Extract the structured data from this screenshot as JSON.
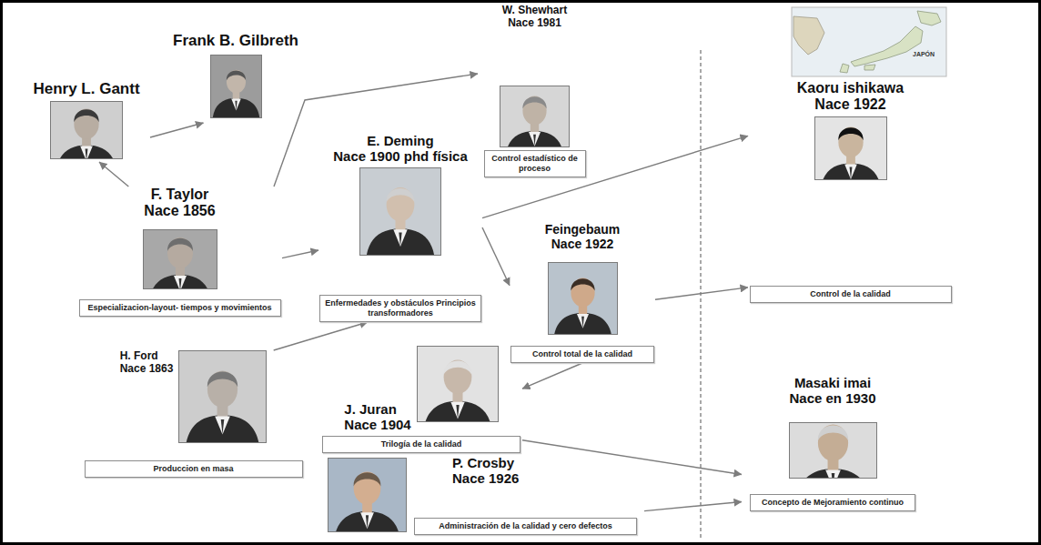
{
  "diagram": {
    "nodes": [
      {
        "text": [
          "Henry L. Gantt"
        ]
      },
      {
        "text": [
          "Frank B. Gilbreth"
        ]
      },
      {
        "text": [
          "W. Shewhart",
          "Nace 1981",
          "Control estadístico de proceso"
        ]
      },
      {
        "text": [
          "Kaoru ishikawa",
          "Nace 1922",
          "Control de la calidad"
        ]
      },
      {
        "text": [
          "F. Taylor",
          "Nace 1856",
          "Especializacion-layout- tiempos y movimientos"
        ]
      },
      {
        "text": [
          "E. Deming",
          "Nace 1900 phd física",
          "Enfermedades y obstáculos Principios transformadores"
        ]
      },
      {
        "text": [
          "Feingebaum",
          "Nace 1922",
          "Control total de la calidad"
        ]
      },
      {
        "text": [
          "H. Ford",
          "Nace 1863",
          "Produccion en masa"
        ]
      },
      {
        "text": [
          "J. Juran",
          "Nace 1904",
          "Trilogía de la calidad"
        ]
      },
      {
        "text": [
          "Masaki imai",
          "Nace en 1930",
          "Concepto de Mejoramiento continuo"
        ]
      },
      {
        "text": [
          "P. Crosby",
          "Nace 1926",
          "Administración de la calidad y cero defectos"
        ]
      }
    ],
    "edges": [
      {
        "from": 4,
        "to": 0,
        "arrow": "to"
      },
      {
        "from": 0,
        "to": 1,
        "arrow": "to"
      },
      {
        "from": 4,
        "to": 2,
        "arrow": "to"
      },
      {
        "from": 4,
        "to": 5,
        "arrow": "to"
      },
      {
        "from": 7,
        "to": 5,
        "arrow": "to"
      },
      {
        "from": 5,
        "to": 3,
        "arrow": "to"
      },
      {
        "from": 5,
        "to": 6,
        "arrow": "to"
      },
      {
        "from": 6,
        "to": 3,
        "arrow": "to"
      },
      {
        "from": 6,
        "to": 8,
        "arrow": "to"
      },
      {
        "from": 8,
        "to": 9,
        "arrow": "to"
      },
      {
        "from": 10,
        "to": 9,
        "arrow": "to"
      }
    ],
    "labels": [
      "JAPÓN"
    ]
  }
}
